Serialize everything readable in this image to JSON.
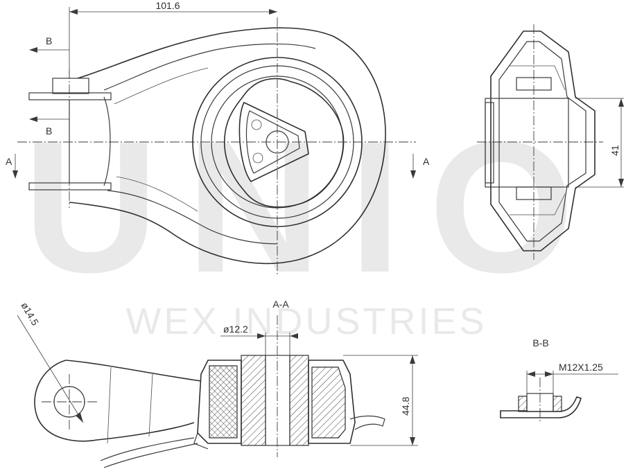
{
  "watermark": {
    "brand": "UNIO",
    "company": "WEX INDUSTRIES"
  },
  "dimensions": {
    "length_top": "101.6",
    "height_side": "41",
    "hole_diameter": "ø14.5",
    "bore_diameter": "ø12.2",
    "section_height": "44.8",
    "thread": "M12X1.25"
  },
  "section_marks": {
    "a_left": "A",
    "a_right": "A",
    "b_upper": "B",
    "b_lower": "B"
  },
  "section_titles": {
    "aa": "A-A",
    "bb": "B-B"
  }
}
